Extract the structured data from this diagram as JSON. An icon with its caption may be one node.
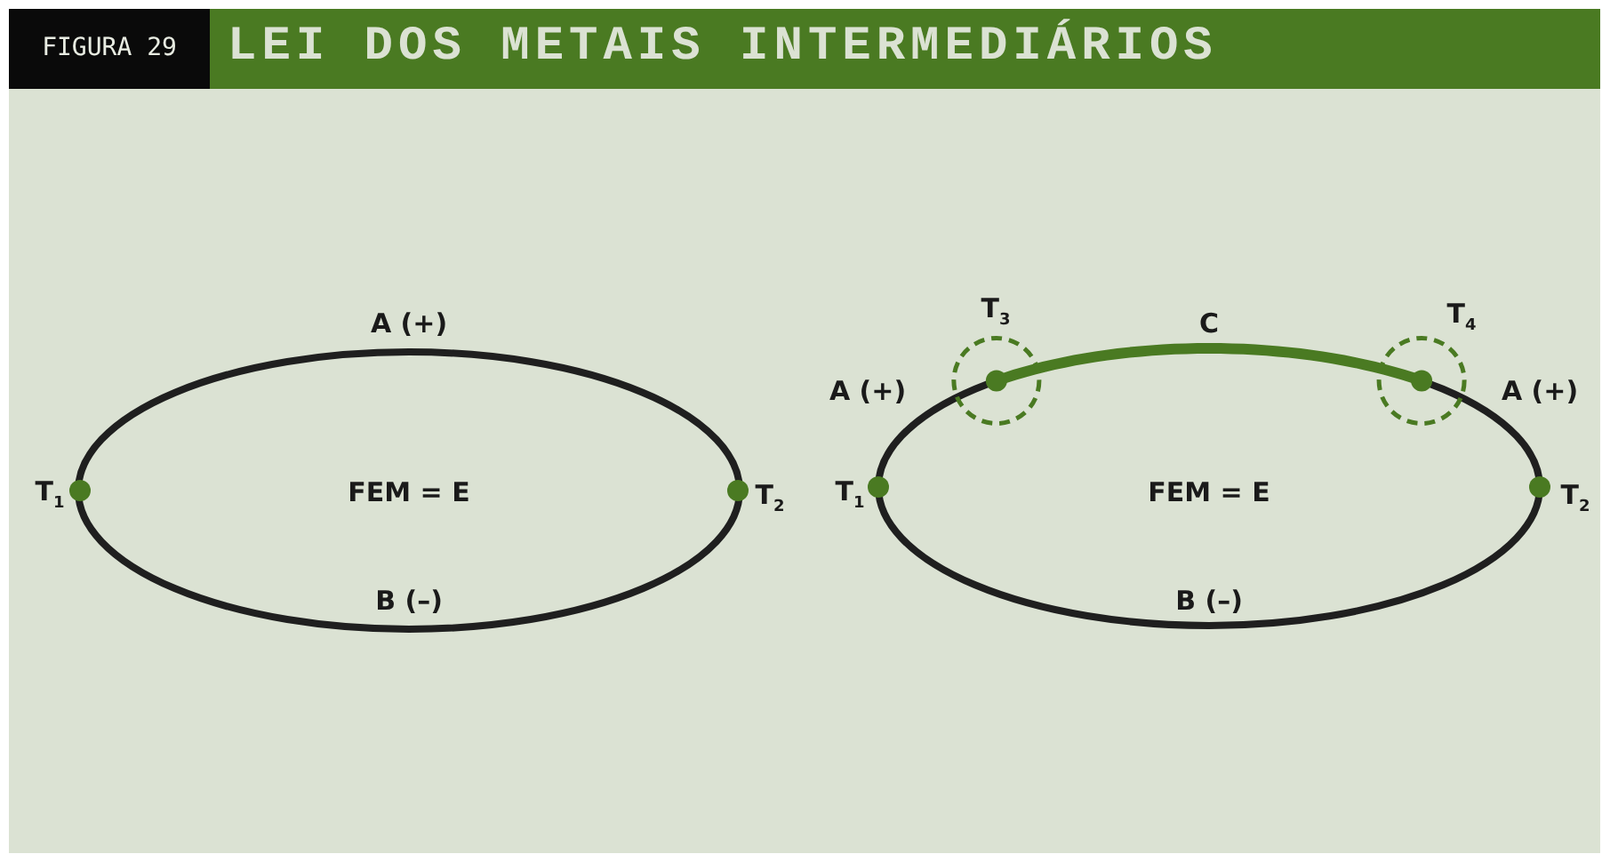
{
  "diagram": {
    "title": "LEI DOS METAIS INTERMEDIÁRIOS",
    "labels": [
      "FIGURA 29",
      "A (+)",
      "T$_{3}$",
      "C",
      "T$_{4}$",
      "A (+)",
      "A (+)",
      "T$_{1}$",
      "FEM = E",
      "T$_{2}$",
      "T$_{1}$",
      "FEM = E",
      "T$_{2}$",
      "B (–)",
      "B (–)"
    ]
  }
}
